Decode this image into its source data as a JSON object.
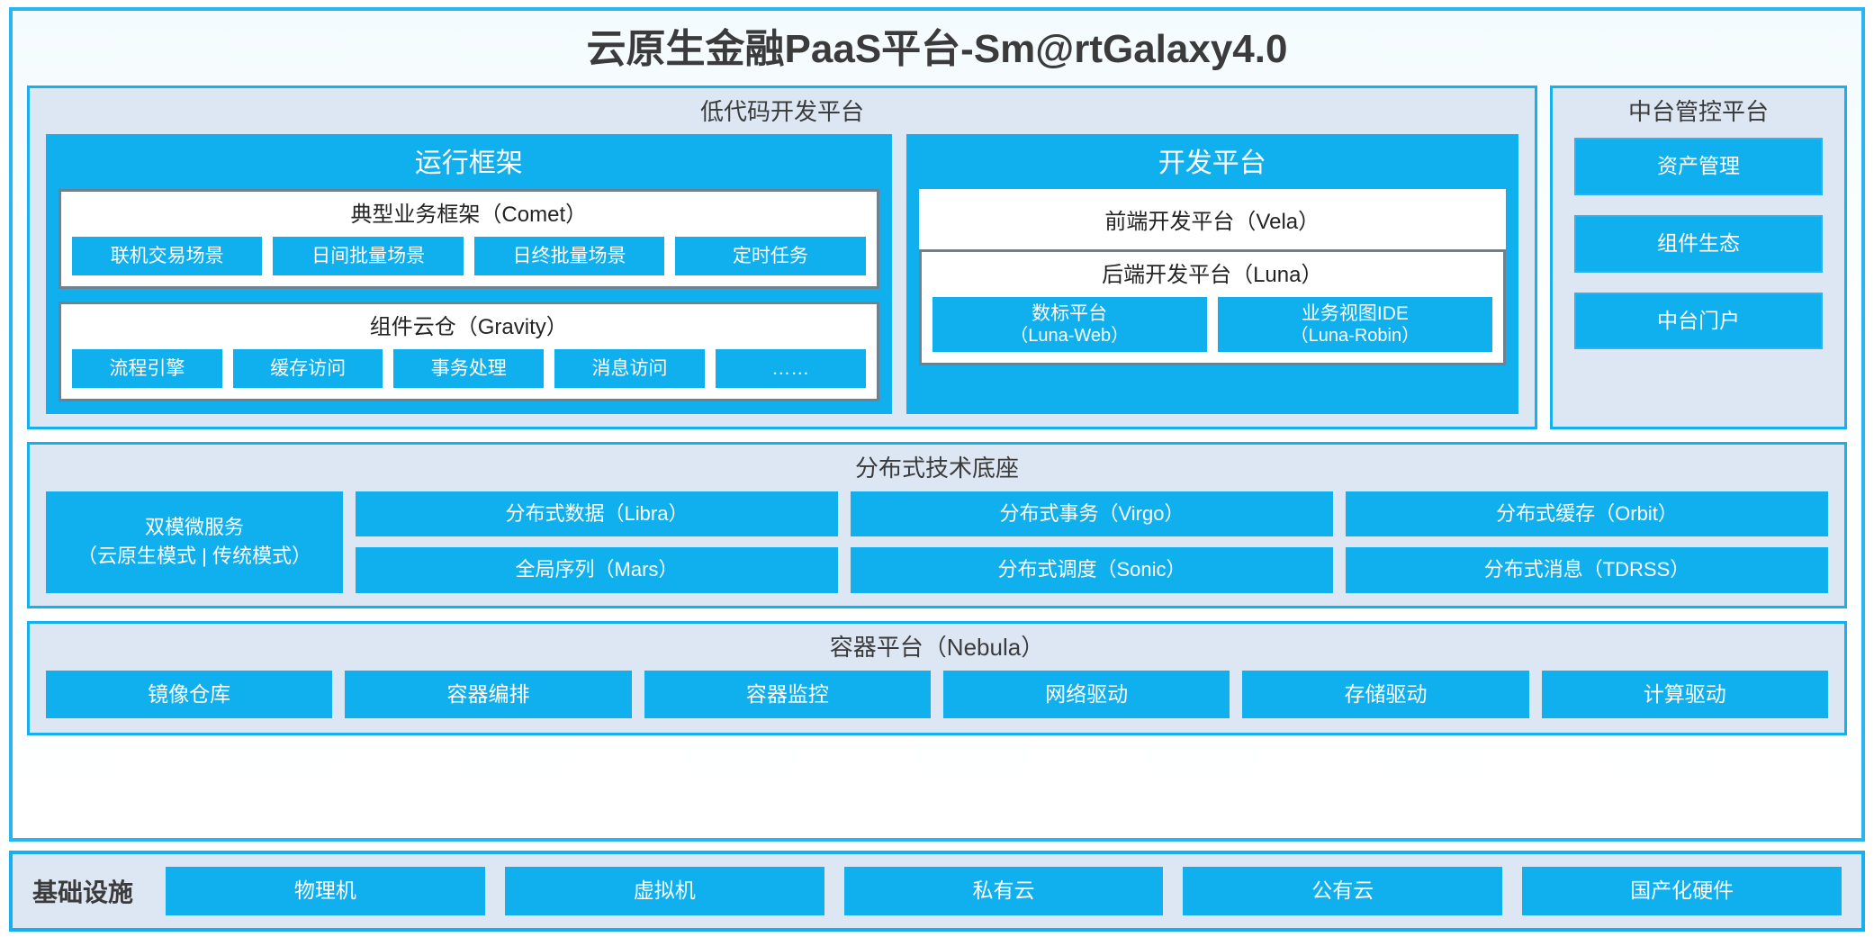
{
  "colors": {
    "accent_cyan": "#10b0ef",
    "border_cyan": "#16b0ef",
    "panel_bg": "#dde7f3",
    "gray_border": "#70808f",
    "text_dark": "#3b3b3b"
  },
  "header": {
    "title": "云原生金融PaaS平台-Sm@rtGalaxy4.0"
  },
  "lowcode": {
    "title": "低代码开发平台",
    "runtime": {
      "title": "运行框架",
      "comet": {
        "title": "典型业务框架（Comet）",
        "items": [
          "联机交易场景",
          "日间批量场景",
          "日终批量场景",
          "定时任务"
        ]
      },
      "gravity": {
        "title": "组件云仓（Gravity）",
        "items": [
          "流程引擎",
          "缓存访问",
          "事务处理",
          "消息访问",
          "……"
        ]
      }
    },
    "devplatform": {
      "title": "开发平台",
      "vela": "前端开发平台（Vela）",
      "luna": {
        "title": "后端开发平台（Luna）",
        "items": [
          {
            "name": "数标平台",
            "code": "（Luna-Web）"
          },
          {
            "name": "业务视图IDE",
            "code": "（Luna-Robin）"
          }
        ]
      }
    }
  },
  "midplatform": {
    "title": "中台管控平台",
    "items": [
      "资产管理",
      "组件生态",
      "中台门户"
    ]
  },
  "techbase": {
    "title": "分布式技术底座",
    "microservice": {
      "line1": "双模微服务",
      "line2": "（云原生模式 | 传统模式）"
    },
    "columns": [
      [
        "分布式数据（Libra）",
        "全局序列（Mars）"
      ],
      [
        "分布式事务（Virgo）",
        "分布式调度（Sonic）"
      ],
      [
        "分布式缓存（Orbit）",
        "分布式消息（TDRSS）"
      ]
    ]
  },
  "containerplatform": {
    "title": "容器平台（Nebula）",
    "items": [
      "镜像仓库",
      "容器编排",
      "容器监控",
      "网络驱动",
      "存储驱动",
      "计算驱动"
    ]
  },
  "infrastructure": {
    "label": "基础设施",
    "items": [
      "物理机",
      "虚拟机",
      "私有云",
      "公有云",
      "国产化硬件"
    ]
  }
}
